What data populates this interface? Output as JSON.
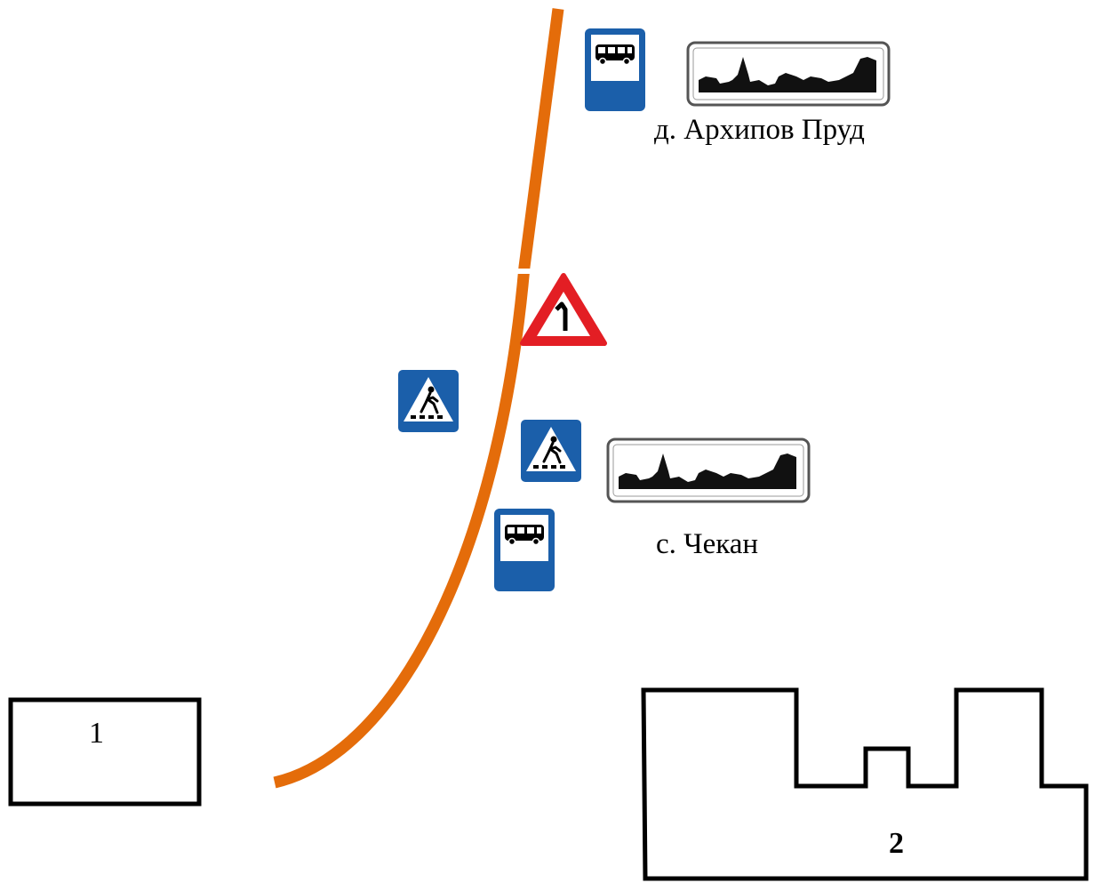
{
  "settlements": {
    "village": "д. Архипов Пруд",
    "selo": "с. Чекан"
  },
  "blocks": {
    "block1_label": "1",
    "block2_label": "2"
  },
  "signs": [
    {
      "name": "bus-stop-sign",
      "meaning": "bus stop"
    },
    {
      "name": "settlement-start-sign",
      "meaning": "start of settlement"
    },
    {
      "name": "dangerous-curve-left-sign",
      "meaning": "dangerous curve to the left"
    },
    {
      "name": "pedestrian-crossing-sign",
      "meaning": "pedestrian crossing"
    }
  ],
  "colors": {
    "road": "#E46C0A",
    "sign_blue": "#1B5FAA",
    "sign_red": "#E31E24",
    "outline": "#000000"
  }
}
